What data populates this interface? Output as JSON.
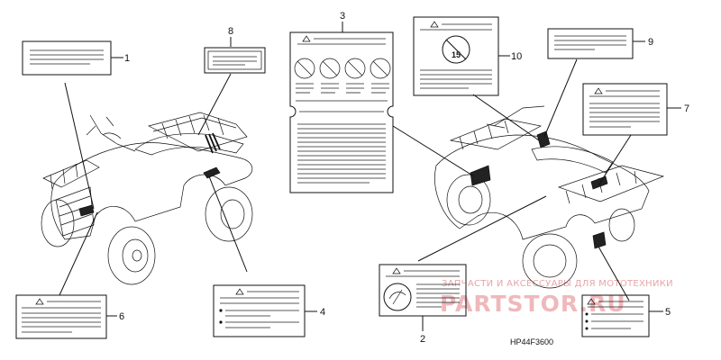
{
  "callouts": {
    "n1": "1",
    "n2": "2",
    "n3": "3",
    "n4": "4",
    "n5": "5",
    "n6": "6",
    "n7": "7",
    "n8": "8",
    "n9": "9",
    "n10": "10"
  },
  "label_10": {
    "badge": "15"
  },
  "diagram_code": "HP44F3600",
  "watermark": {
    "caption": "ЗАПЧАСТИ И АКСЕССУАРЫ ДЛЯ МОТОТЕХНИКИ",
    "brand": "PARTSTOR.RU"
  },
  "colors": {
    "line": "#111111",
    "watermark": "#e9a6aa"
  }
}
